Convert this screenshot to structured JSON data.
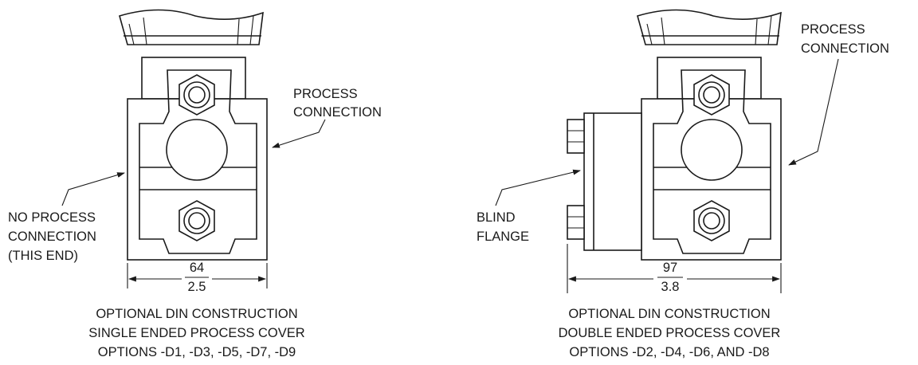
{
  "left_view": {
    "callout_process": [
      "PROCESS",
      "CONNECTION"
    ],
    "callout_no_process": [
      "NO PROCESS",
      "CONNECTION",
      "(THIS END)"
    ],
    "dimension": {
      "mm": "64",
      "inch": "2.5"
    },
    "caption": [
      "OPTIONAL DIN CONSTRUCTION",
      "SINGLE ENDED PROCESS COVER",
      "OPTIONS -D1, -D3, -D5, -D7, -D9"
    ]
  },
  "right_view": {
    "callout_process": [
      "PROCESS",
      "CONNECTION"
    ],
    "callout_blind": [
      "BLIND",
      "FLANGE"
    ],
    "dimension": {
      "mm": "97",
      "inch": "3.8"
    },
    "caption": [
      "OPTIONAL DIN CONSTRUCTION",
      "DOUBLE ENDED PROCESS COVER",
      "OPTIONS -D2, -D4, -D6, AND -D8"
    ]
  }
}
